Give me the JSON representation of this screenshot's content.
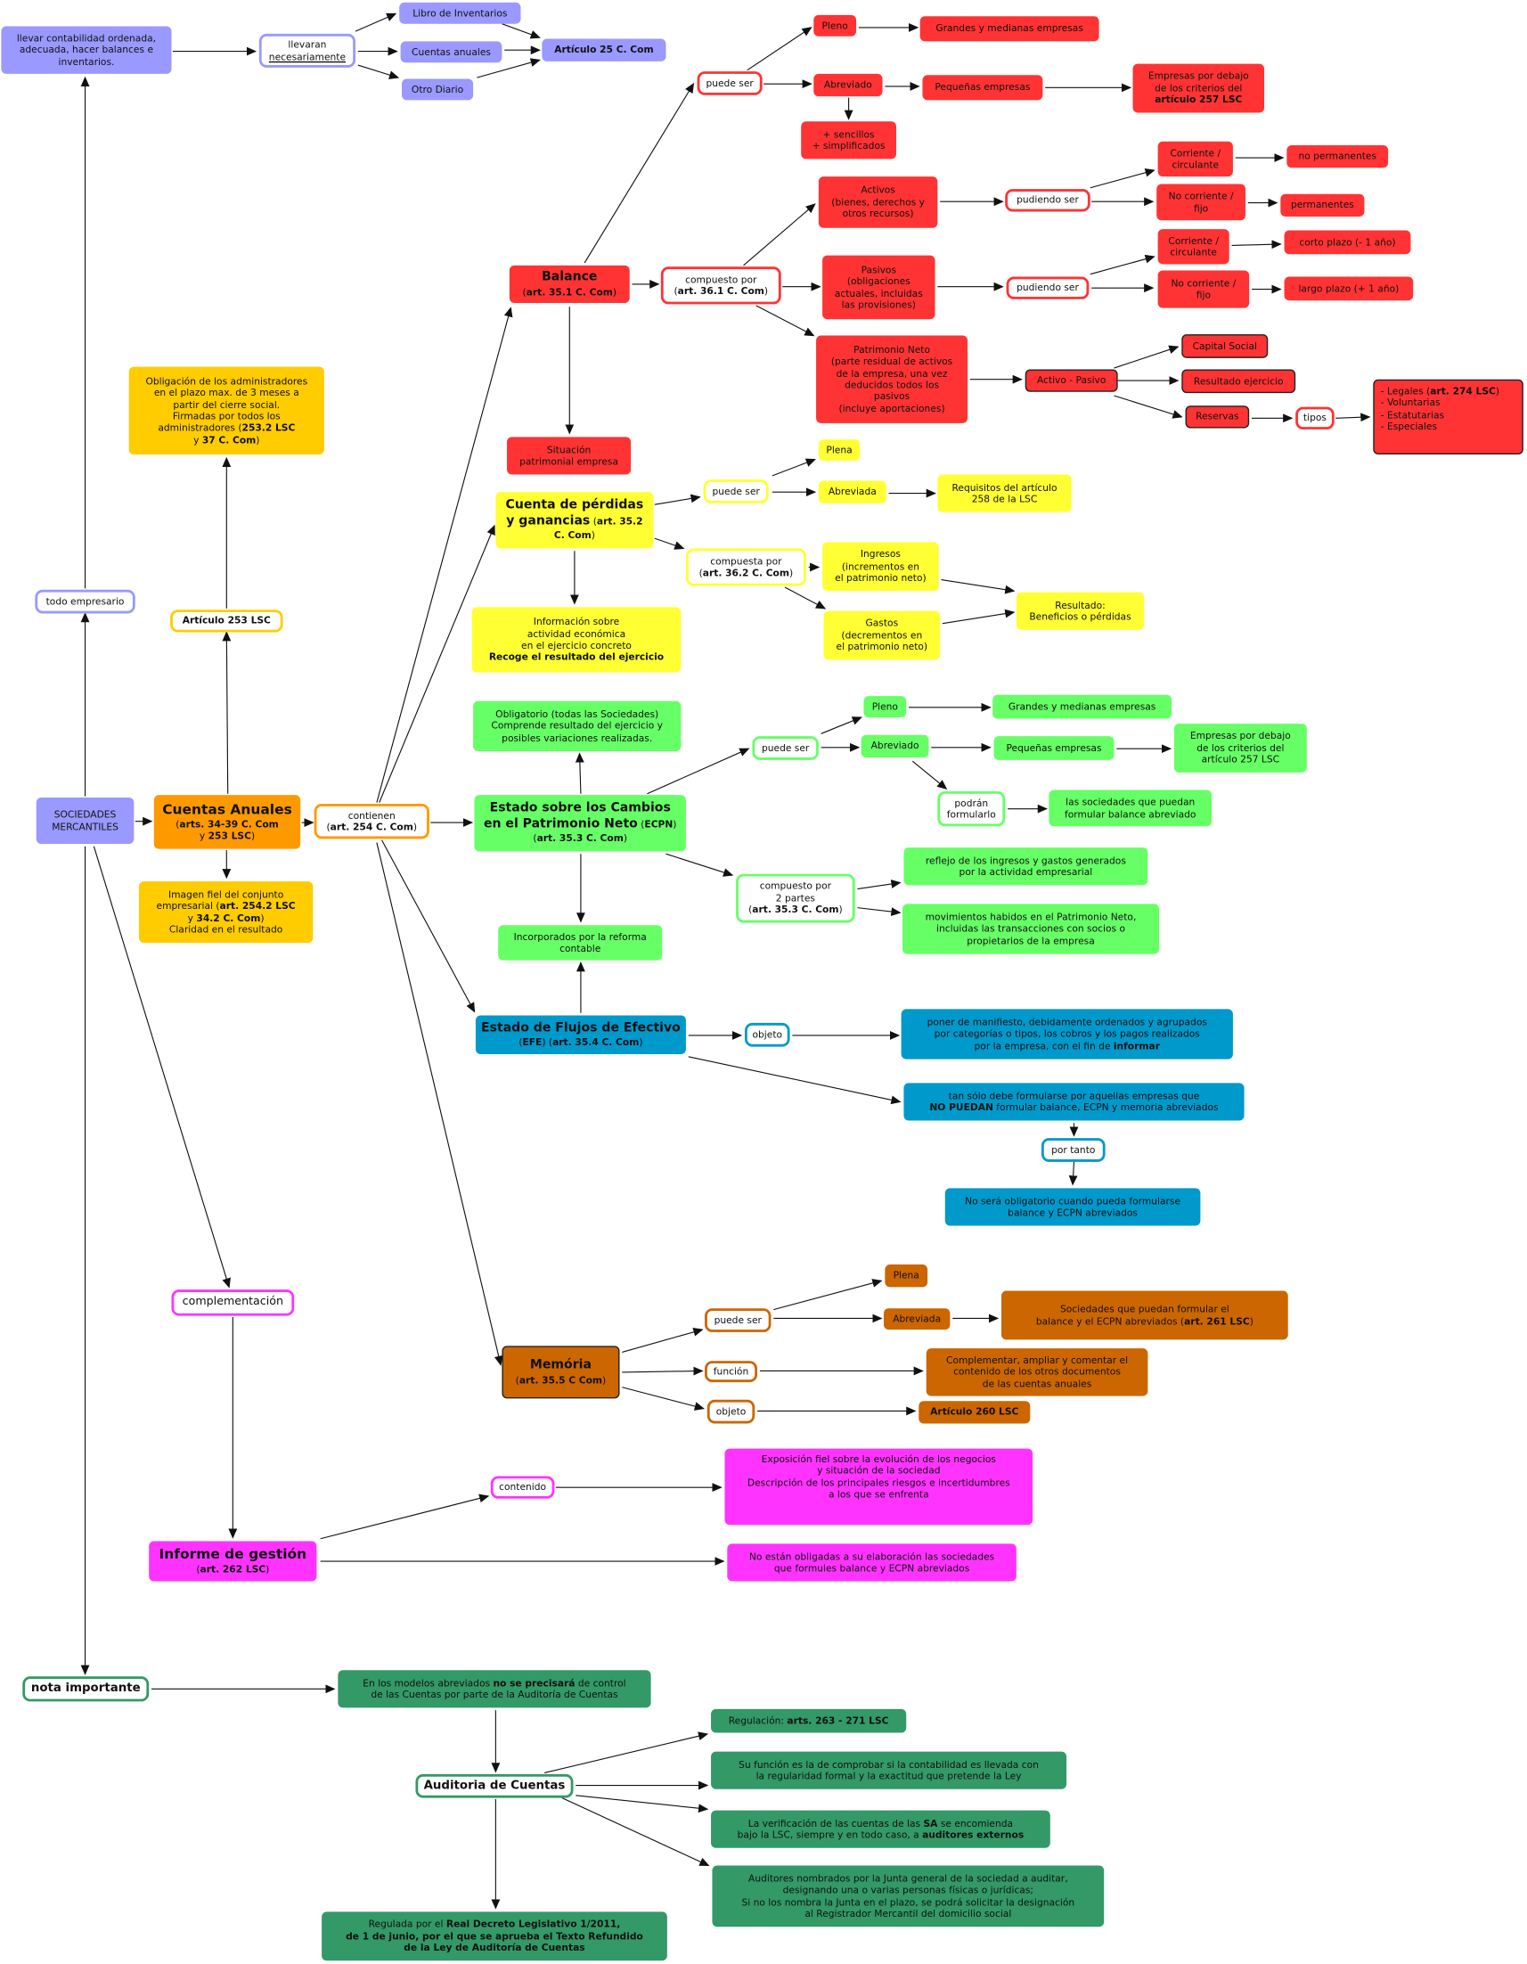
{
  "colors": {
    "blue": "#9999ff",
    "red": "#ff3333",
    "yellow": "#ffff33",
    "gold": "#ffcc00",
    "orange": "#ff9900",
    "green": "#66ff66",
    "cyan": "#0099cc",
    "brown": "#cc6600",
    "magenta": "#ff33ff",
    "darkgreen": "#339966"
  },
  "nodes": {
    "llevar": "llevar contabilidad ordenada, adecuada, hacer balances e inventarios.",
    "llevaran": [
      "llevaran",
      "necesariamente"
    ],
    "libro": "Libro de Inventarios",
    "cuentas_anuales_blue": "Cuentas anuales",
    "otro_diario": "Otro Diario",
    "art25": "Artículo 25 C. Com",
    "bal_puede_ser": "puede ser",
    "bal_pleno": "Pleno",
    "bal_grandes": "Grandes y medianas empresas",
    "bal_abreviado": "Abreviado",
    "bal_pequenas": "Pequeñas empresas",
    "bal_debajo": [
      "Empresas por debajo",
      "de los criterios del",
      "artículo 257 LSC"
    ],
    "bal_sencillos": [
      "+ sencillos",
      "+ simplificados"
    ],
    "activos": [
      "Activos",
      "(bienes, derechos y",
      "otros recursos)"
    ],
    "pudiendo1": "pudiendo ser",
    "corriente1": [
      "Corriente /",
      "circulante"
    ],
    "no_permanentes": "no permanentes",
    "nocorriente1": [
      "No corriente /",
      "fijo"
    ],
    "permanentes": "permanentes",
    "corriente2": [
      "Corriente /",
      "circulante"
    ],
    "corto_plazo": "corto plazo (- 1 año)",
    "pasivos": [
      "Pasivos",
      "(obligaciones",
      "actuales, incluidas",
      "las provisiones)"
    ],
    "pudiendo2": "pudiendo ser",
    "nocorriente2": [
      "No corriente /",
      "fijo"
    ],
    "largo_plazo": "largo plazo (+ 1 año)",
    "bal_compuesto": [
      "compuesto por",
      "(",
      "art. 36.1 C. Com",
      ")"
    ],
    "balance": [
      "Balance",
      "(",
      "art. 35.1 C. Com",
      ")"
    ],
    "patrimonio": [
      "Patrimonio Neto",
      "(parte residual de activos",
      "de la empresa, una vez",
      "deducidos todos los",
      "pasivos",
      "(incluye aportaciones)"
    ],
    "activo_pasivo": "Activo - Pasivo",
    "capital_social": "Capital Social",
    "resultado_ejercicio": "Resultado ejercicio",
    "reservas": "Reservas",
    "tipos": "tipos",
    "legales": [
      "- Legales (",
      "art. 274 LSC",
      ")",
      "- Voluntarias",
      "- Estatutarias",
      "- Especiales"
    ],
    "situacion": [
      "Situación",
      "patrimonial empresa"
    ],
    "pyg_plena": "Plena",
    "pyg_puede_ser": "puede ser",
    "pyg_abreviada": "Abreviada",
    "pyg_requisitos": [
      "Requisitos del artículo",
      "258 de la LSC"
    ],
    "pyg": [
      "Cuenta de pérdidas",
      "y ganancias",
      " (",
      "art. 35.2",
      "C. Com",
      ")"
    ],
    "pyg_compuesta": [
      "compuesta por",
      "(",
      "art. 36.2 C. Com",
      ")"
    ],
    "ingresos": [
      "Ingresos",
      "(incrementos en",
      "el patrimonio neto)"
    ],
    "pyg_resultado": [
      "Resultado:",
      "Beneficios o pérdidas"
    ],
    "gastos": [
      "Gastos",
      "(decrementos en",
      "el patrimonio neto)"
    ],
    "informacion": [
      "Información sobre",
      "actividad económica",
      "en el ejercicio concreto",
      "Recoge el resultado del ejercicio"
    ],
    "obligacion": [
      "Obligación de los administradores",
      "en el plazo max. de 3 meses a",
      "partir del cierre social.",
      "Firmadas por todos los",
      "administradores (",
      "253.2 LSC",
      "y ",
      "37 C. Com",
      ")"
    ],
    "art253": "Artículo 253 LSC",
    "todo_empresario": "todo empresario",
    "sociedades": [
      "SOCIEDADES",
      "MERCANTILES"
    ],
    "cuentas_anuales": [
      "Cuentas Anuales",
      "(",
      "arts. 34-39 C. Com",
      "y ",
      "253 LSC",
      ")"
    ],
    "contienen": [
      "contienen",
      "(",
      "art. 254 C. Com",
      ")"
    ],
    "imagen_fiel": [
      "Imagen fiel del conjunto",
      "empresarial (",
      "art. 254.2 LSC",
      "y ",
      "34.2 C. Com",
      ")",
      "Claridad en el resultado"
    ],
    "ecpn_obligatorio": [
      "Obligatorio (todas las Sociedades)",
      "Comprende resultado del ejercicio y",
      "posibles variaciones realizadas."
    ],
    "ecpn_pleno": "Pleno",
    "ecpn_grandes": "Grandes y medianas empresas",
    "ecpn_puede_ser": "puede ser",
    "ecpn_abreviado": "Abreviado",
    "ecpn_pequenas": "Pequeñas empresas",
    "ecpn_debajo": [
      "Empresas por debajo",
      "de los criterios del",
      "artículo 257 LSC"
    ],
    "podran": [
      "podrán",
      "formularlo"
    ],
    "ecpn_sociedades": [
      "las sociedades que puedan",
      "formular balance abreviado"
    ],
    "ecpn": [
      "Estado sobre los Cambios",
      "en el Patrimonio Neto",
      " (",
      "ECPN",
      ")",
      "(",
      "art. 35.3 C. Com",
      ")"
    ],
    "ecpn_compuesto": [
      "compuesto por",
      "2 partes",
      "(",
      "art. 35.3 C. Com",
      ")"
    ],
    "reflejo": [
      "reflejo de los ingresos y gastos generados",
      "por la actividad empresarial"
    ],
    "movimientos": [
      "movimientos habidos en el Patrimonio Neto,",
      "incluidas las transacciones con socios o",
      "propietarios de la empresa"
    ],
    "incorporados": [
      "Incorporados por la reforma",
      "contable"
    ],
    "efe": [
      "Estado de Flujos de Efectivo",
      "(",
      "EFE",
      ") (",
      "art. 35.4 C. Com",
      ")"
    ],
    "efe_objeto": "objeto",
    "poner": [
      "poner de manifiesto, debidamente ordenados y agrupados",
      "por categorías o tipos, los cobros y los pagos realizados",
      "por la empresa, con el fin de ",
      "informar"
    ],
    "tan_solo": [
      "tan sólo debe formularse por aquellas empresas que",
      "NO PUEDAN",
      " formular balance, ECPN y memoria abreviados"
    ],
    "por_tanto": "por tanto",
    "no_sera": [
      "No será obligatorio cuando pueda formularse",
      "balance y ECPN abreviados"
    ],
    "complementacion": "complementación",
    "mem_plena": "Plena",
    "mem_puede_ser": "puede ser",
    "mem_abreviada": "Abreviada",
    "mem_sociedades": [
      "Sociedades que puedan formular el",
      "balance y el ECPN abreviados (",
      "art. 261 LSC",
      ")"
    ],
    "memoria": [
      "Memória",
      "(",
      "art. 35.5 C Com",
      ")"
    ],
    "funcion": "función",
    "complementar": [
      "Complementar, ampliar y comentar el",
      "contenido de los otros documentos",
      "de las cuentas anuales"
    ],
    "mem_objeto": "objeto",
    "art260": "Artículo 260 LSC",
    "contenido": "contenido",
    "exposicion": [
      "Exposición fiel sobre la evolución de los negocios",
      "y situación de la sociedad",
      "Descripción de los principales riesgos e incertidumbres",
      "a los que se enfrenta"
    ],
    "informe": [
      "Informe de gestión",
      "(",
      "art. 262 LSC",
      ")"
    ],
    "no_estan": [
      "No están obligadas a su elaboración las sociedades",
      "que formules balance y ECPN abreviados"
    ],
    "nota": "nota importante",
    "en_los_modelos": [
      "En los modelos abreviados ",
      "no se precisará",
      " de control",
      "de las Cuentas por parte de la Auditoría de Cuentas"
    ],
    "regulacion": [
      "Regulación: ",
      "arts. 263 - 271 LSC"
    ],
    "auditoria": "Auditoria de Cuentas",
    "su_funcion": [
      "Su función es la de comprobar si la contabilidad es llevada con",
      "la regularidad formal y la exactitud que pretende la Ley"
    ],
    "verificacion": [
      "La verificación de las cuentas de las ",
      "SA",
      " se encomienda",
      "bajo la LSC, siempre y en todo caso, a ",
      "auditores externos"
    ],
    "auditores": [
      "Auditores nombrados por la Junta general de la sociedad a auditar,",
      "designando una o varias personas físicas o jurídicas;",
      "Si no los nombra la Junta en el plazo, se podrá solicitar la designación",
      "al Registrador Mercantil del domicilio social"
    ],
    "regulada": [
      "Regulada por el ",
      "Real Decreto Legislativo 1/2011,",
      "de 1 de junio, por el que se aprueba el Texto Refundido",
      "de la Ley de Auditoría de Cuentas"
    ]
  }
}
